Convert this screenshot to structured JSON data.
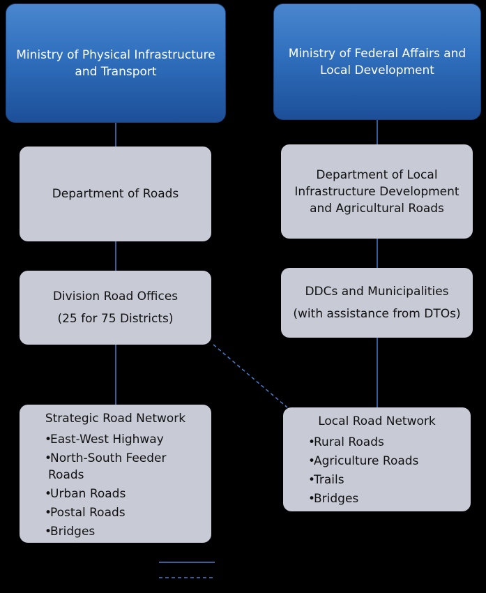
{
  "left_column": {
    "ministry": "Ministry of Physical Infrastructure and Transport",
    "department": "Department of Roads",
    "office_title": "Division Road Offices",
    "office_subtitle": "(25 for 75 Districts)",
    "network": {
      "title": "Strategic Road Network",
      "items": [
        "East-West Highway",
        "North-South Feeder",
        "Roads",
        "Urban Roads",
        "Postal Roads",
        "Bridges"
      ]
    }
  },
  "right_column": {
    "ministry": "Ministry of Federal Affairs and Local Development",
    "department": "Department of Local Infrastructure Development and Agricultural Roads",
    "office_title": "DDCs and Municipalities",
    "office_subtitle": "(with assistance from DTOs)",
    "network": {
      "title": "Local Road Network",
      "items": [
        "Rural Roads",
        "Agriculture Roads",
        "Trails",
        "Bridges"
      ]
    }
  },
  "colors": {
    "background": "#000000",
    "ministry_fill": "#2f6fbd",
    "box_fill": "#c8cbd6",
    "connector": "#4a7fd0"
  }
}
